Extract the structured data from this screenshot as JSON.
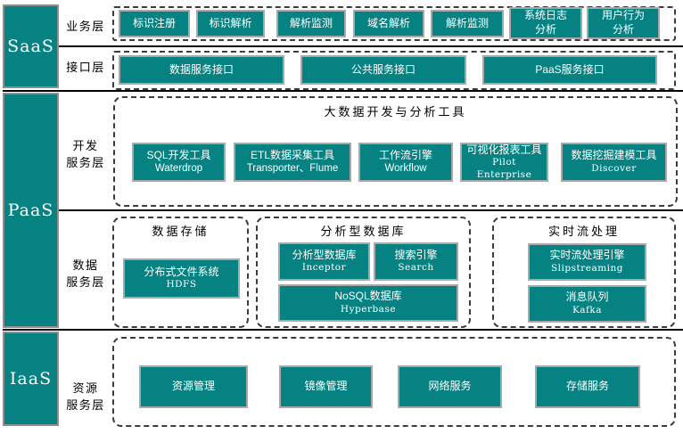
{
  "colors": {
    "teal": "#068282",
    "box_border": "#a9a9a9",
    "line": "#000000"
  },
  "left_column": {
    "saas": "SaaS",
    "paas": "PaaS",
    "iaas": "IaaS"
  },
  "layer_labels": {
    "business": "业务层",
    "interface": "接口层",
    "dev": "开发\n服务层",
    "data": "数据\n服务层",
    "resource": "资源\n服务层"
  },
  "business": {
    "items": [
      {
        "label": "标识注册"
      },
      {
        "label": "标识解析"
      },
      {
        "label": "解析监测"
      },
      {
        "label": "域名解析"
      },
      {
        "label": "解析监测"
      },
      {
        "label": "系统日志\n分析"
      },
      {
        "label": "用户行为\n分析"
      }
    ]
  },
  "interface": {
    "items": [
      {
        "label": "数据服务接口"
      },
      {
        "label": "公共服务接口"
      },
      {
        "label": "PaaS服务接口"
      }
    ]
  },
  "dev": {
    "title": "大数据开发与分析工具",
    "items": [
      {
        "title": "SQL开发工具",
        "subtitle": "Waterdrop"
      },
      {
        "title": "ETL数据采集工具",
        "subtitle": "Transporter、Flume"
      },
      {
        "title": "工作流引擎",
        "subtitle": "Workflow"
      },
      {
        "title": "可视化报表工具",
        "subtitle": "Pilot Enterprise"
      },
      {
        "title": "数据挖掘建模工具",
        "subtitle": "Discover"
      }
    ]
  },
  "data": {
    "storage": {
      "title": "数据存储",
      "boxes": [
        {
          "title": "分布式文件系统",
          "subtitle": "HDFS"
        }
      ]
    },
    "analytical": {
      "title": "分析型数据库",
      "boxes": [
        {
          "title": "分析型数据库",
          "subtitle": "Inceptor"
        },
        {
          "title": "搜索引擎",
          "subtitle": "Search"
        },
        {
          "title": "NoSQL数据库",
          "subtitle": "Hyperbase"
        }
      ]
    },
    "stream": {
      "title": "实时流处理",
      "boxes": [
        {
          "title": "实时流处理引擎",
          "subtitle": "Slipstreaming"
        },
        {
          "title": "消息队列",
          "subtitle": "Kafka"
        }
      ]
    }
  },
  "resource": {
    "items": [
      {
        "label": "资源管理"
      },
      {
        "label": "镜像管理"
      },
      {
        "label": "网络服务"
      },
      {
        "label": "存储服务"
      }
    ]
  }
}
